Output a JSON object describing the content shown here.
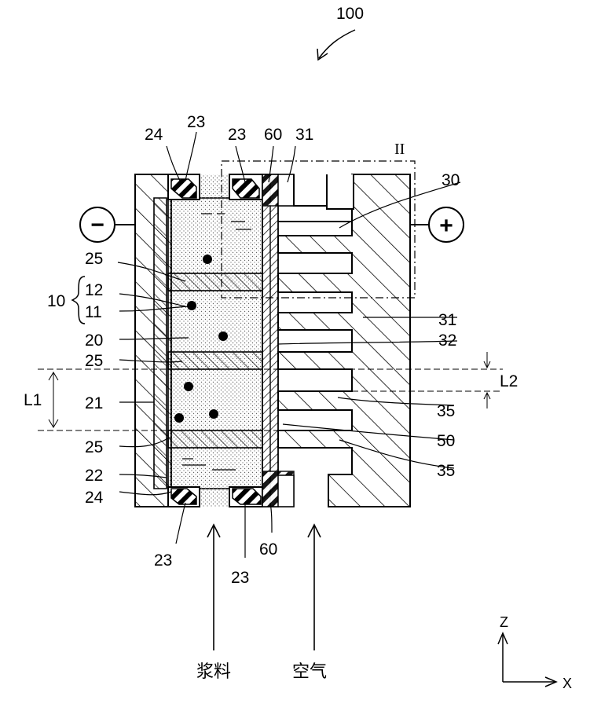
{
  "figure": {
    "number": "100",
    "section_mark": "II"
  },
  "labels": {
    "l23": "23",
    "l24": "24",
    "l60": "60",
    "l31": "31",
    "l30": "30",
    "l25": "25",
    "l12": "12",
    "l10": "10",
    "l11": "11",
    "l20": "20",
    "l21": "21",
    "l22": "22",
    "l32": "32",
    "l35": "35",
    "l50": "50",
    "L1": "L1",
    "L2": "L2"
  },
  "terminals": {
    "negative": "−",
    "positive": "+"
  },
  "flows": {
    "slurry": "浆料",
    "air": "空气"
  },
  "axes": {
    "z": "Z",
    "x": "X"
  }
}
